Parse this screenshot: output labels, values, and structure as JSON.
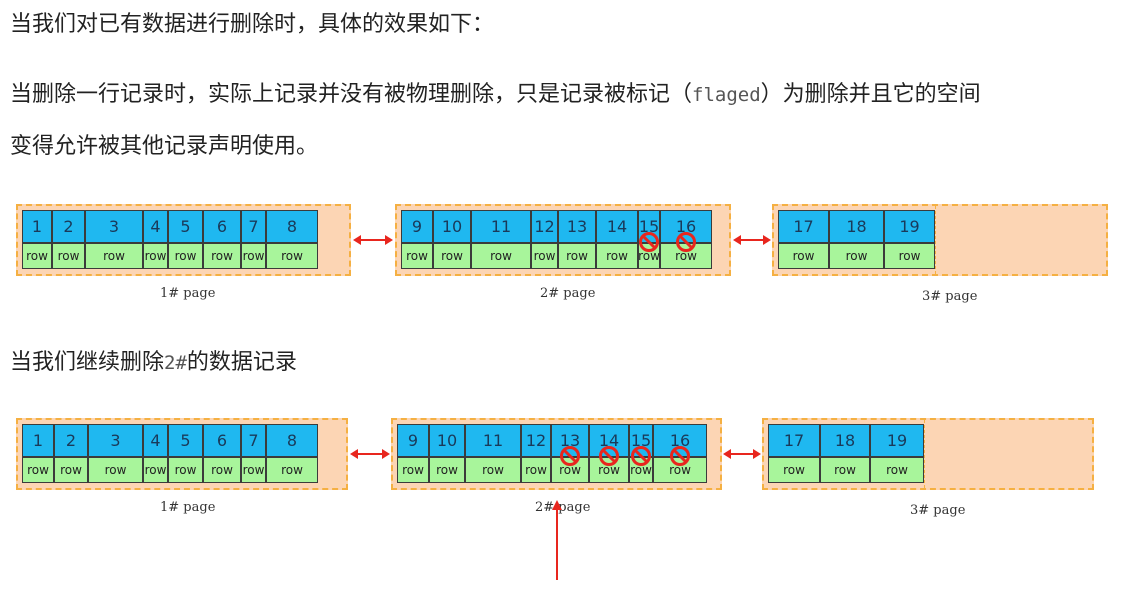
{
  "text": {
    "line1": "当我们对已有数据进行删除时，具体的效果如下：",
    "line2_pre": "当删除一行记录时，实际上记录并没有被物理删除，只是记录被标记（",
    "line2_code": "flaged",
    "line2_post": "）为删除并且它的空间",
    "line3": "变得允许被其他记录声明使用。",
    "line4_pre": "当我们继续删除",
    "line4_code": "2#",
    "line4_post": "的数据记录"
  },
  "row_label": "row",
  "diagram1": {
    "pages": [
      {
        "label": "1# page",
        "records": [
          "1",
          "2",
          "3",
          "4",
          "5",
          "6",
          "7",
          "8"
        ]
      },
      {
        "label": "2# page",
        "records": [
          "9",
          "10",
          "11",
          "12",
          "13",
          "14",
          "15",
          "16"
        ],
        "deleted": [
          "15",
          "16"
        ]
      },
      {
        "label": "3# page",
        "records": [
          "17",
          "18",
          "19"
        ]
      }
    ]
  },
  "diagram2": {
    "pages": [
      {
        "label": "1# page",
        "records": [
          "1",
          "2",
          "3",
          "4",
          "5",
          "6",
          "7",
          "8"
        ]
      },
      {
        "label": "2# page",
        "records": [
          "9",
          "10",
          "11",
          "12",
          "13",
          "14",
          "15",
          "16"
        ],
        "deleted": [
          "13",
          "14",
          "15",
          "16"
        ]
      },
      {
        "label": "3# page",
        "records": [
          "17",
          "18",
          "19"
        ]
      }
    ]
  },
  "colors": {
    "id_cell": "#1fb8f0",
    "row_cell": "#a8f59b",
    "page_bg": "#fcd5b4",
    "page_border": "#f5b042",
    "arrow": "#e8261e"
  },
  "icons": {
    "deleted_marker": "no-entry-icon",
    "link": "double-arrow-icon",
    "pointer": "up-arrow-icon"
  }
}
